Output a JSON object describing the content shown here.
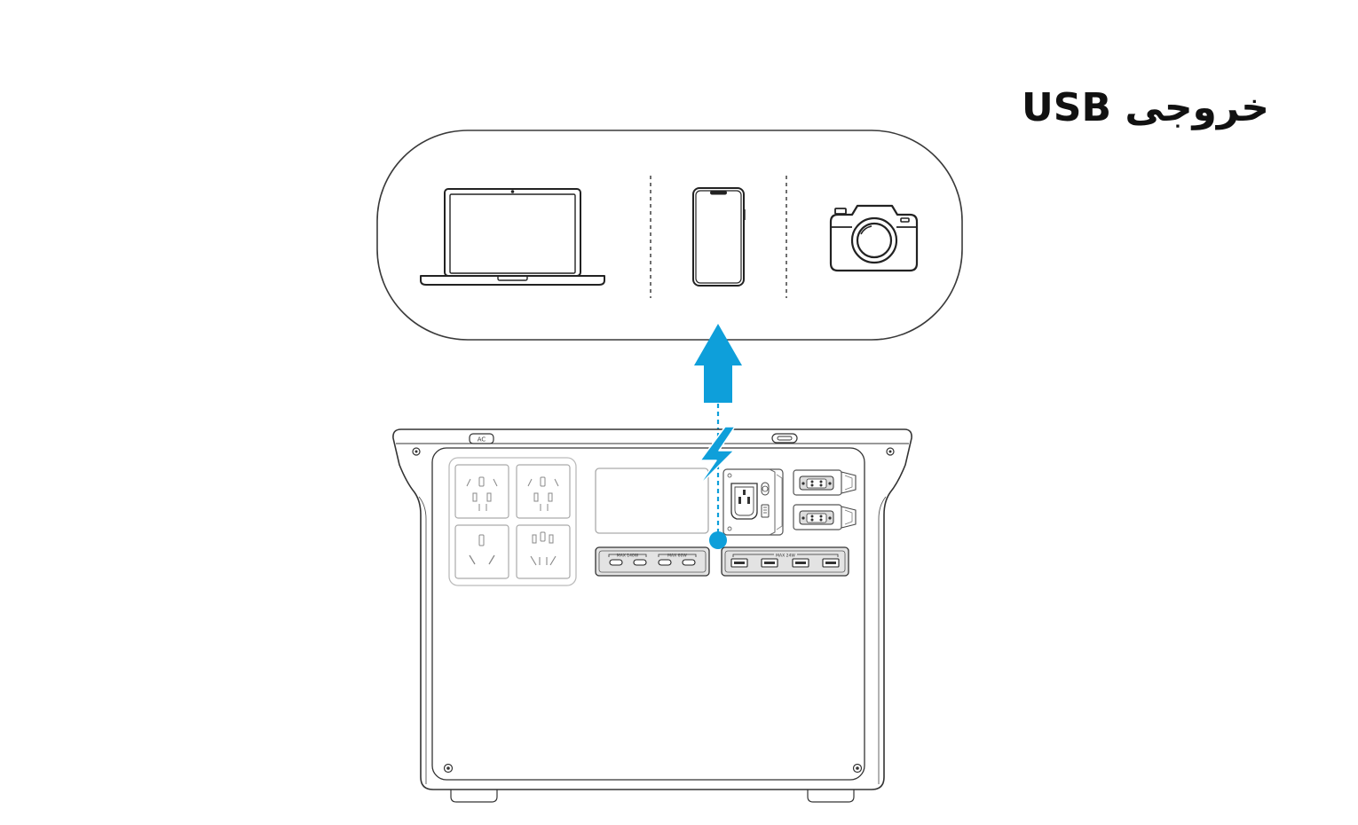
{
  "title": "خروجی USB",
  "device_panel": {
    "devices": [
      {
        "name": "laptop",
        "icon": "laptop-icon"
      },
      {
        "name": "smartphone",
        "icon": "smartphone-icon"
      },
      {
        "name": "camera",
        "icon": "camera-icon"
      }
    ]
  },
  "power_station": {
    "top_button_label": "AC",
    "usb_c_group_labels": [
      "MAX 140W",
      "MAX 60W"
    ],
    "usb_a_group_label": "MAX 24W"
  },
  "colors": {
    "line": "#333333",
    "accent": "#0E9FDA",
    "port_fill": "#E3E3E3"
  }
}
